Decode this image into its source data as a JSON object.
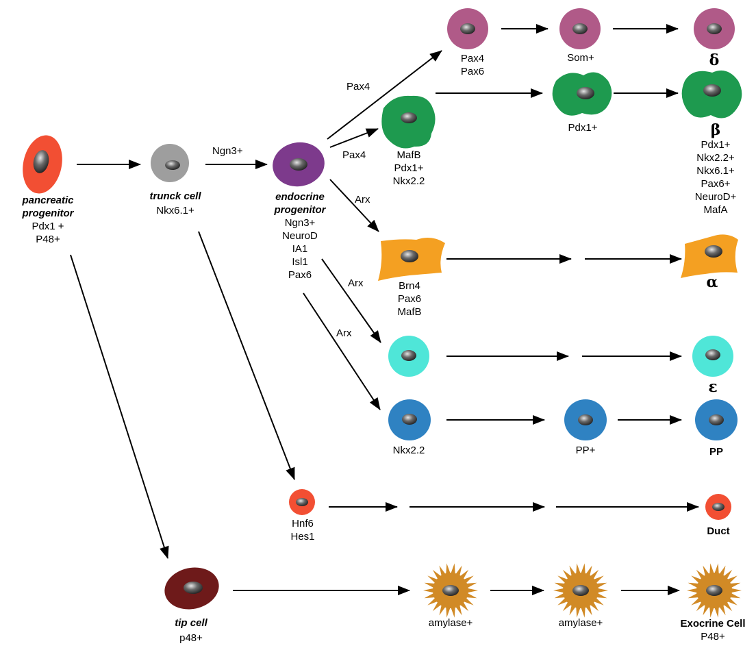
{
  "nodes": {
    "pancreatic_progenitor": {
      "title": "pancreatic progenitor",
      "markers": [
        "Pdx1 +",
        "P48+"
      ],
      "color": "#f24f33"
    },
    "trunk": {
      "title": "trunck cell",
      "markers": [
        "Nkx6.1+"
      ],
      "color": "#9e9e9e"
    },
    "endocrine": {
      "title": "endocrine progenitor",
      "markers": [
        "Ngn3+",
        "NeuroD",
        "IA1",
        "Isl1",
        "Pax6"
      ],
      "color": "#7d3a8c"
    },
    "tip": {
      "title": "tip cell",
      "markers": [
        "p48+"
      ],
      "color": "#6e1a1a"
    },
    "delta_pre": {
      "markers": [
        "Pax4",
        "Pax6"
      ],
      "color": "#b05a88"
    },
    "delta_mid": {
      "markers": [
        "Som+"
      ]
    },
    "delta_final": {
      "label": "δ"
    },
    "beta_pre": {
      "markers": [
        "MafB",
        "Pdx1+",
        "Nkx2.2"
      ],
      "color": "#1e9a4f"
    },
    "beta_mid": {
      "markers": [
        "Pdx1+"
      ]
    },
    "beta_final": {
      "label": "β",
      "markers": [
        "Pdx1+",
        "Nkx2.2+",
        "Nkx6.1+",
        "Pax6+",
        "NeuroD+",
        "MafA"
      ]
    },
    "alpha_pre": {
      "markers": [
        "Brn4",
        "Pax6",
        "MafB"
      ],
      "color": "#f4a022"
    },
    "alpha_final": {
      "label": "α"
    },
    "epsilon_final": {
      "label": "ε",
      "color": "#4fe6d8"
    },
    "pp_pre": {
      "markers": [
        "Nkx2.2"
      ],
      "color": "#2f82c2"
    },
    "pp_mid": {
      "markers": [
        "PP+"
      ]
    },
    "pp_final": {
      "label": "PP"
    },
    "duct_pre": {
      "markers": [
        "Hnf6",
        "Hes1"
      ],
      "color": "#f24f33"
    },
    "duct_final": {
      "label": "Duct"
    },
    "exo_mid1": {
      "markers": [
        "amylase+"
      ],
      "color": "#d18a26"
    },
    "exo_mid2": {
      "markers": [
        "amylase+"
      ]
    },
    "exo_final": {
      "label": "Exocrine Cell",
      "markers": [
        "P48+"
      ]
    }
  },
  "edges": {
    "ngn3": "Ngn3+",
    "pax4_delta": "Pax4",
    "pax4_beta": "Pax4",
    "arx_alpha": "Arx",
    "arx_epsilon": "Arx",
    "arx_pp": "Arx"
  },
  "colors": {
    "nucleus": "#4a4a4a",
    "arrow": "#000000"
  }
}
